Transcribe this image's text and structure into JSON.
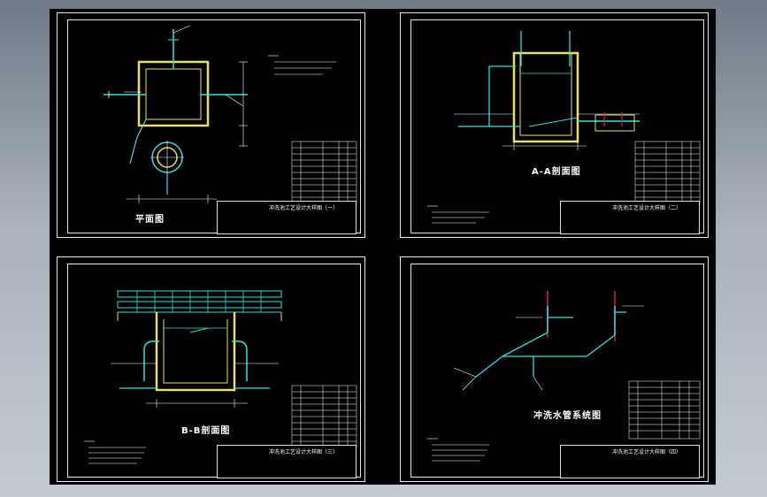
{
  "colors": {
    "workspace": "#000000",
    "frame": "#e8e8e8",
    "tank_wall": "#e8e06a",
    "pipe": "#2fe0e0",
    "annotation": "#ffffff",
    "valve": "#d02050"
  },
  "sheets": [
    {
      "id": "plan",
      "title": "平面图",
      "tb_name": "冲洗池工艺设计大样图（一）"
    },
    {
      "id": "section-aa",
      "title": "A-A剖面图",
      "tb_name": "冲洗池工艺设计大样图（二）"
    },
    {
      "id": "section-bb",
      "title": "B-B剖面图",
      "tb_name": "冲洗池工艺设计大样图（三）"
    },
    {
      "id": "flush-pipe",
      "title": "冲洗水管系统图",
      "tb_name": "冲洗池工艺设计大样图（四）"
    }
  ]
}
